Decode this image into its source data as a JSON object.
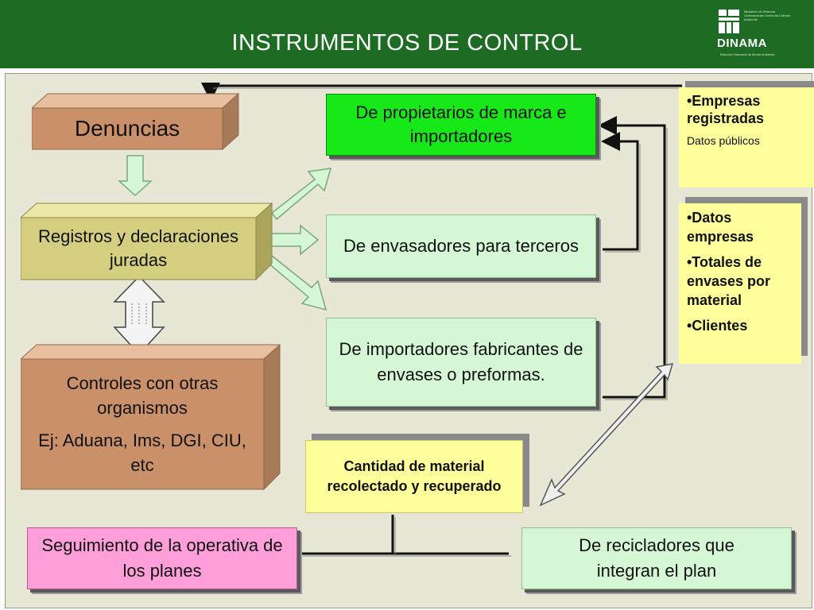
{
  "header": {
    "title": "INSTRUMENTOS DE CONTROL",
    "logo_name": "DINAMA",
    "logo_sub": "Ministerio de Vivienda Ordenamiento Territorial y Medio Ambiente",
    "logo_tag": "Dirección Nacional de Medio Ambiente"
  },
  "blocks": {
    "denuncias": "Denuncias",
    "registros": "Registros y declaraciones juradas",
    "controles_line1": "Controles con otras organismos",
    "controles_line2": "Ej: Aduana, Ims, DGI, CIU, etc"
  },
  "boxes": {
    "propietarios": "De propietarios de marca e importadores",
    "envasadores": "De envasadores para terceros",
    "importadores": "De importadores fabricantes de envases o preformas.",
    "cantidad": "Cantidad de material recolectado y recuperado",
    "seguimiento": "Seguimiento de la operativa de los planes",
    "recicladores": "De recicladores que integran el plan"
  },
  "notes": {
    "note1_item1": "•Empresas registradas",
    "note1_item2": "Datos públicos",
    "note2_item1": "•Datos empresas",
    "note2_item2": "•Totales de envases por material",
    "note2_item3": "•Clientes"
  },
  "colors": {
    "header": "#1e6b24",
    "panel": "#e8e6d5",
    "bright_green": "#17e817",
    "light_green": "#d6f7d6",
    "pink": "#ff9fd9",
    "yellow": "#ffff9c",
    "tan": "#c9906a",
    "olive": "#d4cf80"
  }
}
